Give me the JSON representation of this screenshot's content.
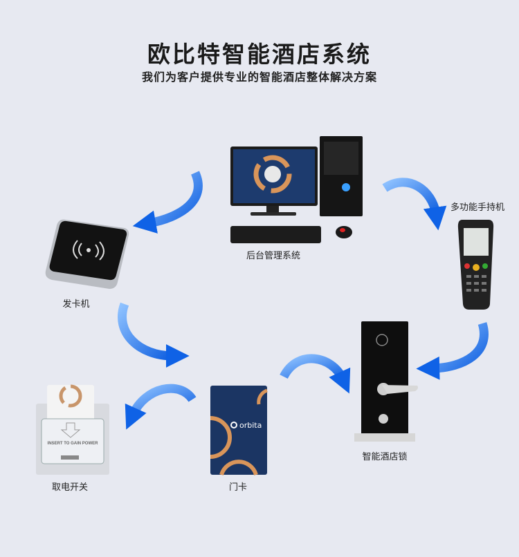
{
  "header": {
    "title": "欧比特智能酒店系统",
    "subtitle": "我们为客户提供专业的智能酒店整体解决方案"
  },
  "nodes": {
    "backend": "后台管理系统",
    "card_issuer": "发卡机",
    "handheld": "多功能手持机",
    "lock": "智能酒店锁",
    "power_switch": "取电开关",
    "door_card": "门卡"
  },
  "device_text": {
    "brand": "orbita",
    "switch_text": "INSERT TO GAIN POWER"
  },
  "colors": {
    "arrow": "#1a6fe8",
    "card_navy": "#1b3563",
    "accent_orange": "#d9955a",
    "background": "#e7e9f1"
  }
}
